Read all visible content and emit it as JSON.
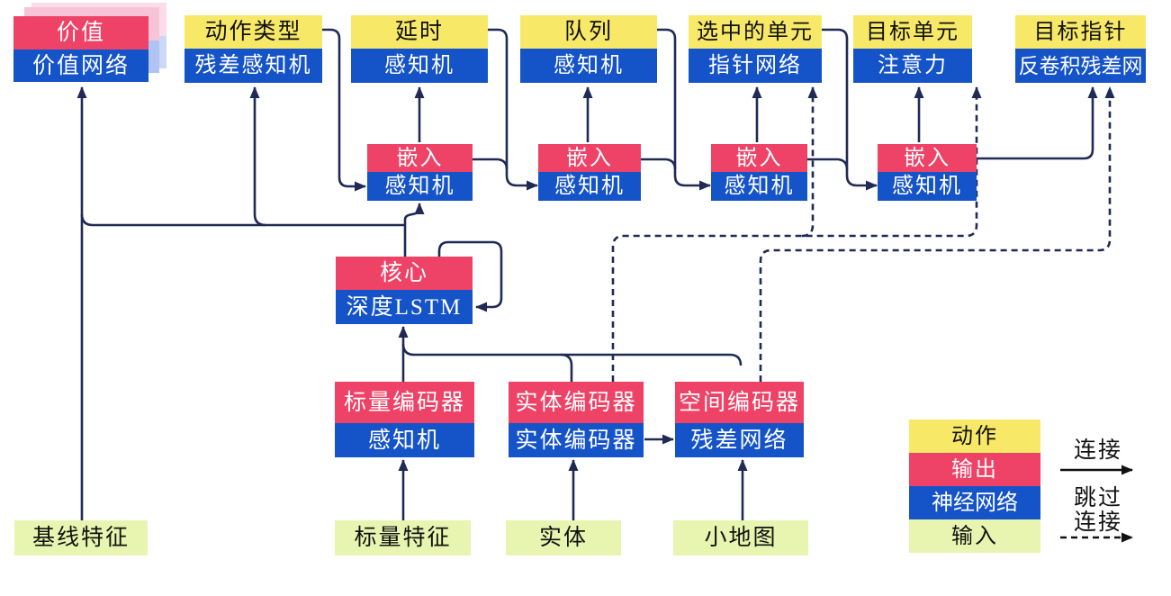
{
  "heads": [
    {
      "top": "价值",
      "bottom": "价值网络"
    },
    {
      "top": "动作类型",
      "bottom": "残差感知机"
    },
    {
      "top": "延时",
      "bottom": "感知机"
    },
    {
      "top": "队列",
      "bottom": "感知机"
    },
    {
      "top": "选中的单元",
      "bottom": "指针网络"
    },
    {
      "top": "目标单元",
      "bottom": "注意力"
    },
    {
      "top": "目标指针",
      "bottom": "反卷积残差网"
    }
  ],
  "embeds": [
    {
      "top": "嵌入",
      "bottom": "感知机"
    },
    {
      "top": "嵌入",
      "bottom": "感知机"
    },
    {
      "top": "嵌入",
      "bottom": "感知机"
    },
    {
      "top": "嵌入",
      "bottom": "感知机"
    }
  ],
  "core": {
    "top": "核心",
    "bottom": "深度LSTM"
  },
  "encoders": [
    {
      "top": "标量编码器",
      "bottom": "感知机"
    },
    {
      "top": "实体编码器",
      "bottom": "实体编码器"
    },
    {
      "top": "空间编码器",
      "bottom": "残差网络"
    }
  ],
  "inputs": [
    {
      "label": "基线特征"
    },
    {
      "label": "标量特征"
    },
    {
      "label": "实体"
    },
    {
      "label": "小地图"
    }
  ],
  "legend": {
    "rows": [
      {
        "label": "动作"
      },
      {
        "label": "输出"
      },
      {
        "label": "神经网络"
      },
      {
        "label": "输入"
      }
    ],
    "solid_label": "连接",
    "dashed_label_line1": "跳过",
    "dashed_label_line2": "连接"
  },
  "colors": {
    "action_yellow": "#F7E967",
    "output_red": "#EE4266",
    "network_blue": "#1553C9",
    "input_green": "#E8F5B0",
    "connector_navy": "#1F2A55"
  }
}
